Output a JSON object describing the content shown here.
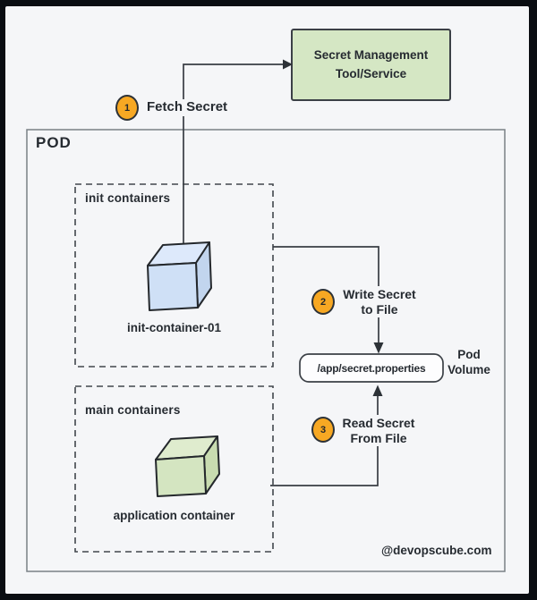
{
  "diagram": {
    "pod": {
      "title": "POD"
    },
    "secret_tool": {
      "line1": "Secret Management",
      "line2": "Tool/Service"
    },
    "init_group": {
      "title": "init containers",
      "container_label": "init-container-01"
    },
    "main_group": {
      "title": "main containers",
      "container_label": "application container"
    },
    "volume": {
      "file_path": "/app/secret.properties",
      "label_line1": "Pod",
      "label_line2": "Volume"
    },
    "steps": [
      {
        "number": "1",
        "label": "Fetch Secret"
      },
      {
        "number": "2",
        "label_line1": "Write Secret",
        "label_line2": "to File"
      },
      {
        "number": "3",
        "label_line1": "Read Secret",
        "label_line2": "From File"
      }
    ],
    "watermark": "@devopscube.com",
    "colors": {
      "background": "#0a0d12",
      "card": "#f5f6f8",
      "line": "#383d43",
      "badge_orange": "#f7a823",
      "secret_box_fill": "#d5e7c4",
      "blue_cube_front": "#cfe0f6",
      "blue_cube_top": "#dde9fb",
      "blue_cube_side": "#c2d5ee",
      "green_cube_front": "#d4e5c1",
      "green_cube_top": "#dfecce",
      "green_cube_side": "#c8dcb0",
      "text": "#262b31"
    }
  }
}
